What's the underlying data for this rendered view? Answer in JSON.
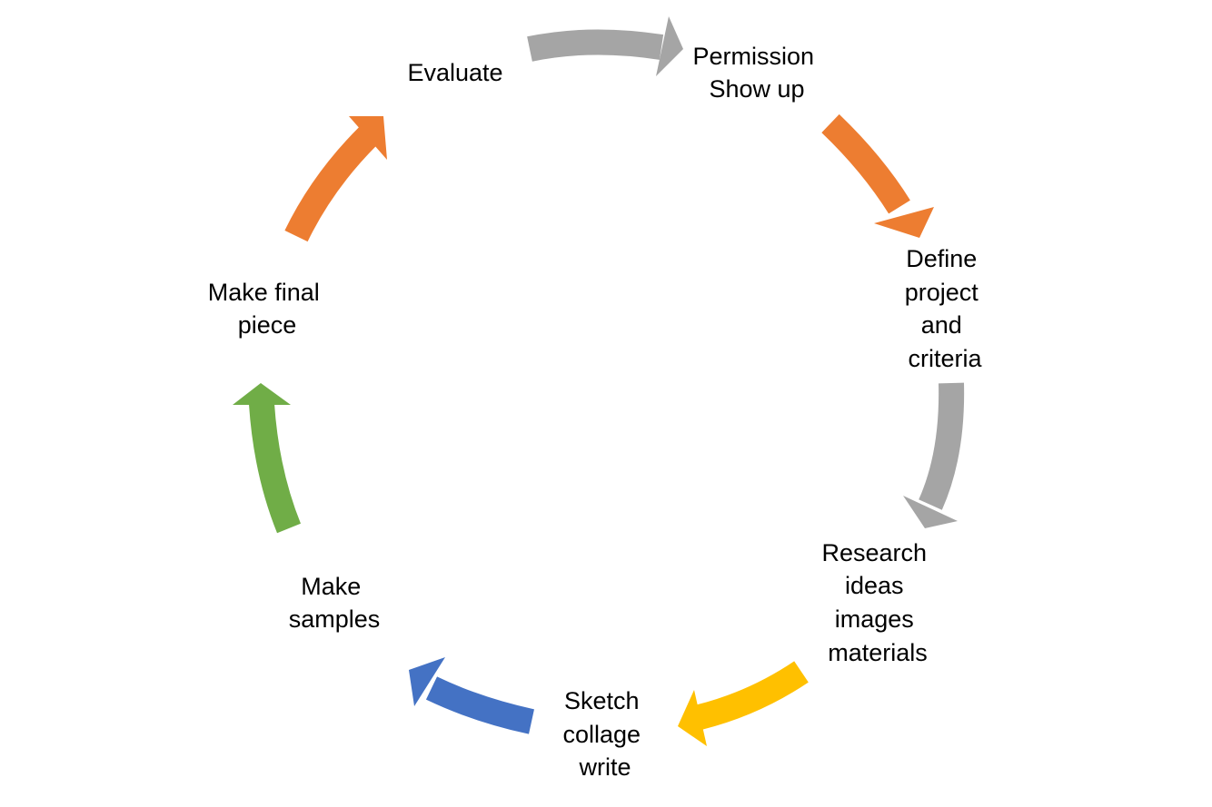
{
  "colors": {
    "gray": "#a5a5a5",
    "orange": "#ed7d31",
    "yellow": "#ffc000",
    "blue": "#4472c4",
    "green": "#70ad47",
    "text": "#000000"
  },
  "nodes": [
    {
      "id": "permission",
      "lines": [
        "Permission",
        "Show up"
      ]
    },
    {
      "id": "define",
      "lines": [
        "Define",
        "project",
        "and",
        "criteria"
      ]
    },
    {
      "id": "research",
      "lines": [
        "Research",
        "ideas",
        "images",
        "materials"
      ]
    },
    {
      "id": "sketch",
      "lines": [
        "Sketch",
        "collage",
        "write"
      ]
    },
    {
      "id": "samples",
      "lines": [
        "Make",
        "samples"
      ]
    },
    {
      "id": "final",
      "lines": [
        "Make final",
        "piece"
      ]
    },
    {
      "id": "evaluate",
      "lines": [
        "Evaluate"
      ]
    }
  ],
  "arrows": [
    {
      "from": "evaluate",
      "to": "permission",
      "color": "gray"
    },
    {
      "from": "permission",
      "to": "define",
      "color": "orange"
    },
    {
      "from": "define",
      "to": "research",
      "color": "gray"
    },
    {
      "from": "research",
      "to": "sketch",
      "color": "yellow"
    },
    {
      "from": "sketch",
      "to": "samples",
      "color": "blue"
    },
    {
      "from": "samples",
      "to": "final",
      "color": "green"
    },
    {
      "from": "final",
      "to": "evaluate",
      "color": "orange"
    }
  ]
}
